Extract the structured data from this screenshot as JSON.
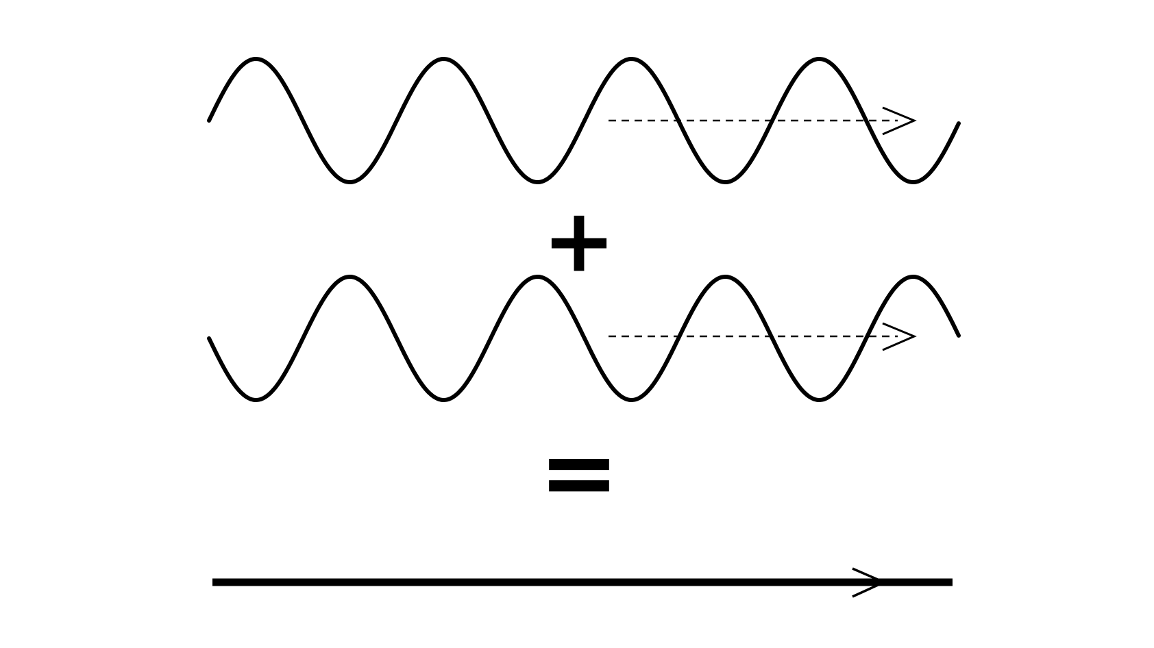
{
  "diagram": {
    "operator_plus": "+",
    "operator_equals": "=",
    "colors": {
      "ink": "#000000",
      "background": "#ffffff"
    },
    "waves": [
      {
        "name": "wave-top",
        "cycles": 4,
        "phase": "sine"
      },
      {
        "name": "wave-bottom",
        "cycles": 4,
        "phase": "inverted-sine"
      }
    ],
    "result": "flat-line"
  }
}
